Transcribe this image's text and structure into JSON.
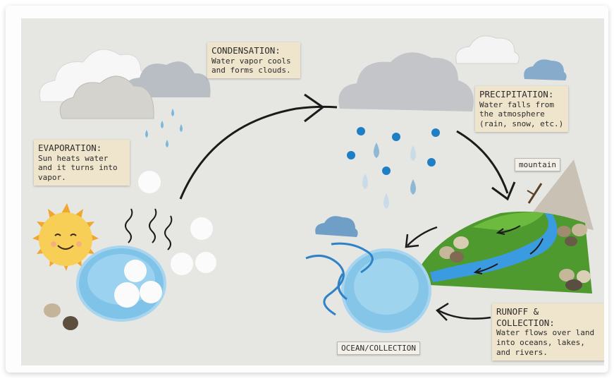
{
  "labels": {
    "condensation": {
      "title": "CONDENSATION:",
      "body": "Water vapor cools and forms clouds."
    },
    "evaporation": {
      "title": "EVAPORATION:",
      "body": "Sun heats water and it turns into vapor."
    },
    "precipitation": {
      "title": "PRECIPITATION:",
      "body": "Water falls from the atmosphere (rain, snow, etc.)"
    },
    "runoff": {
      "title": "RUNOFF & COLLECTION:",
      "body": "Water flows over land into oceans, lakes, and rivers."
    }
  },
  "tags": {
    "mountain": "mountain",
    "ocean": "OCEAN/COLLECTION"
  },
  "colors": {
    "board": "#e6e6e3",
    "card": "#efe4cc",
    "water": "#6fb8e0",
    "grass": "#4f9a2e",
    "river": "#3a9be0",
    "sun": "#f7c94a",
    "cloud_gray": "#c5c7c9",
    "cloud_white": "#f6f6f6",
    "bead": "#1f7fc4"
  }
}
